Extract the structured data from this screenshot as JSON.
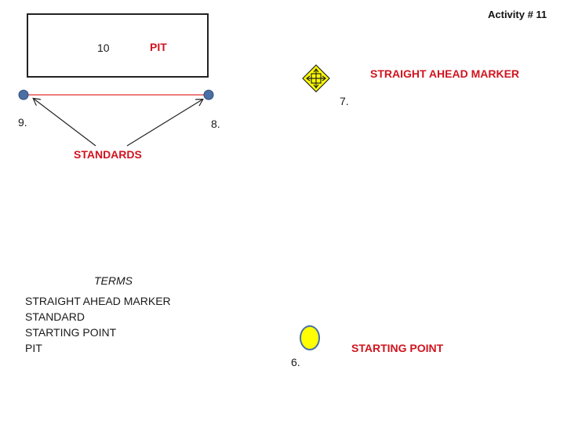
{
  "activity": "Activity # 11",
  "pit": {
    "number": "10",
    "label": "PIT"
  },
  "markers": {
    "straight_ahead_label": "STRAIGHT AHEAD MARKER",
    "straight_ahead_number": "7.",
    "starting_point_label": "STARTING POINT",
    "starting_point_number": "6.",
    "standard_left_number": "9.",
    "standard_right_number": "8.",
    "standards_label": "STANDARDS"
  },
  "terms": {
    "title": "TERMS",
    "items": [
      "STRAIGHT AHEAD MARKER",
      "STANDARD",
      "STARTING POINT",
      "PIT"
    ]
  },
  "colors": {
    "label_red": "#d0141f",
    "standard_blue": "#4a6fa5",
    "marker_yellow": "#ffff00",
    "line_red": "#e03030"
  }
}
